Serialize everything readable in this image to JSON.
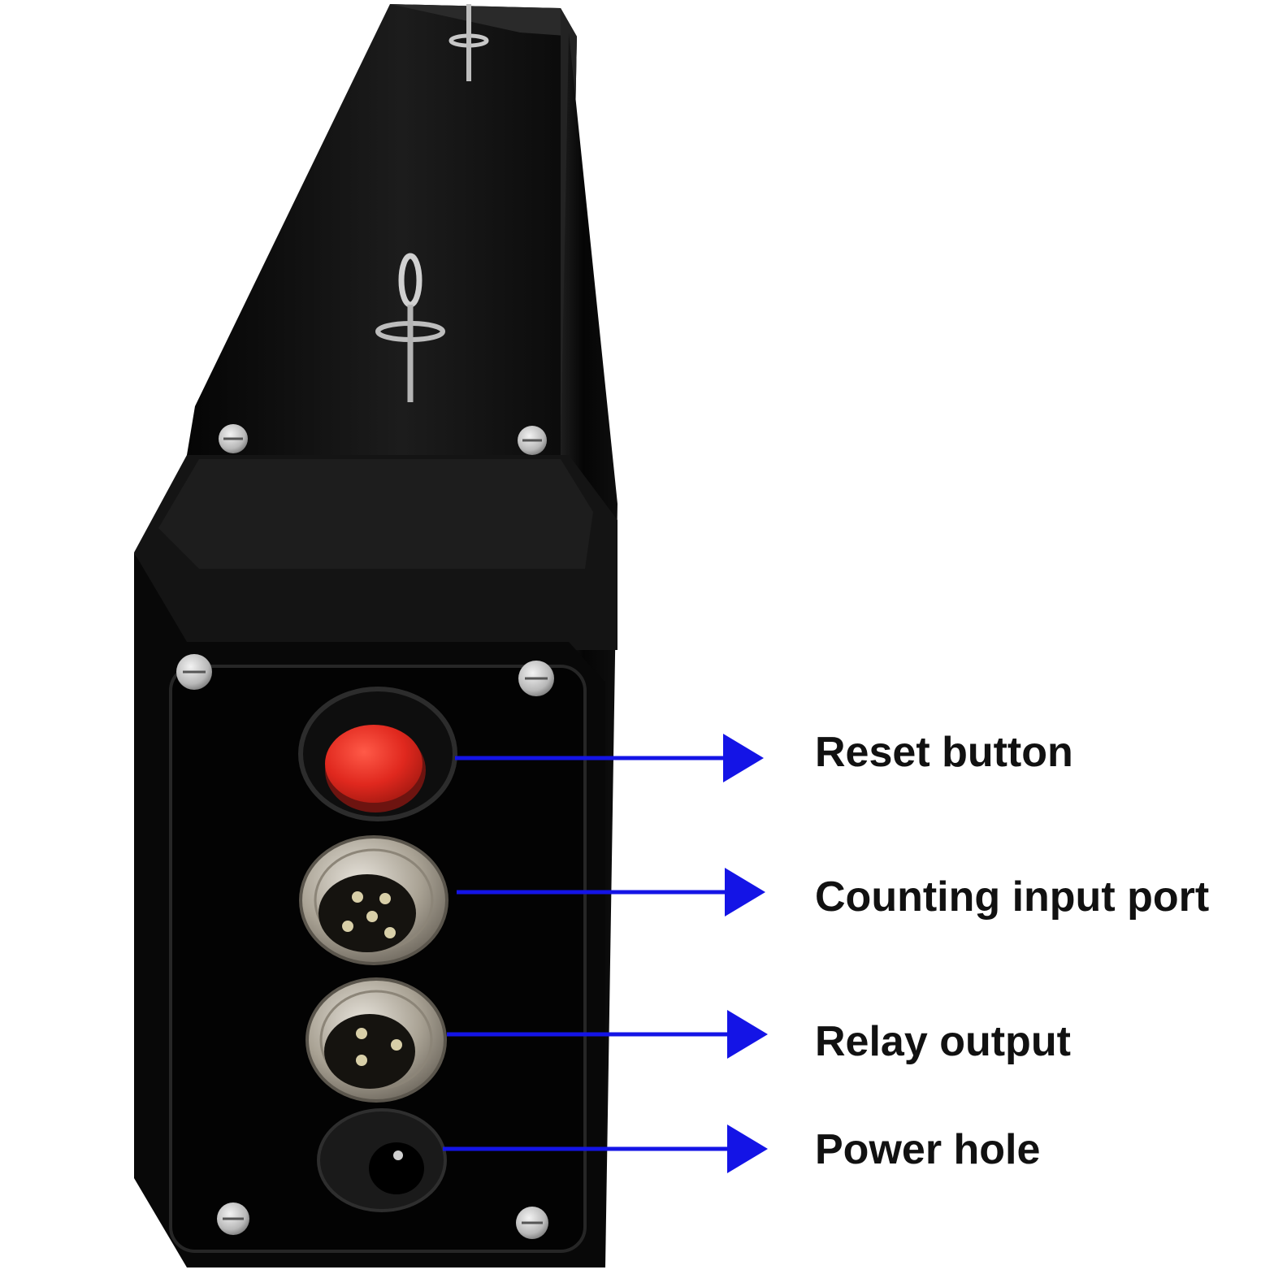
{
  "colors": {
    "arrow": "#1414e6",
    "housing": "#0b0b0b",
    "reset_button": "#e0281e",
    "connector_metal": "#b9b2a6",
    "label_text": "#111111"
  },
  "callouts": [
    {
      "label": "Reset button",
      "target": "reset-button"
    },
    {
      "label": "Counting input port",
      "target": "counting-input-port"
    },
    {
      "label": "Relay output",
      "target": "relay-output-connector"
    },
    {
      "label": "Power hole",
      "target": "power-hole"
    }
  ]
}
